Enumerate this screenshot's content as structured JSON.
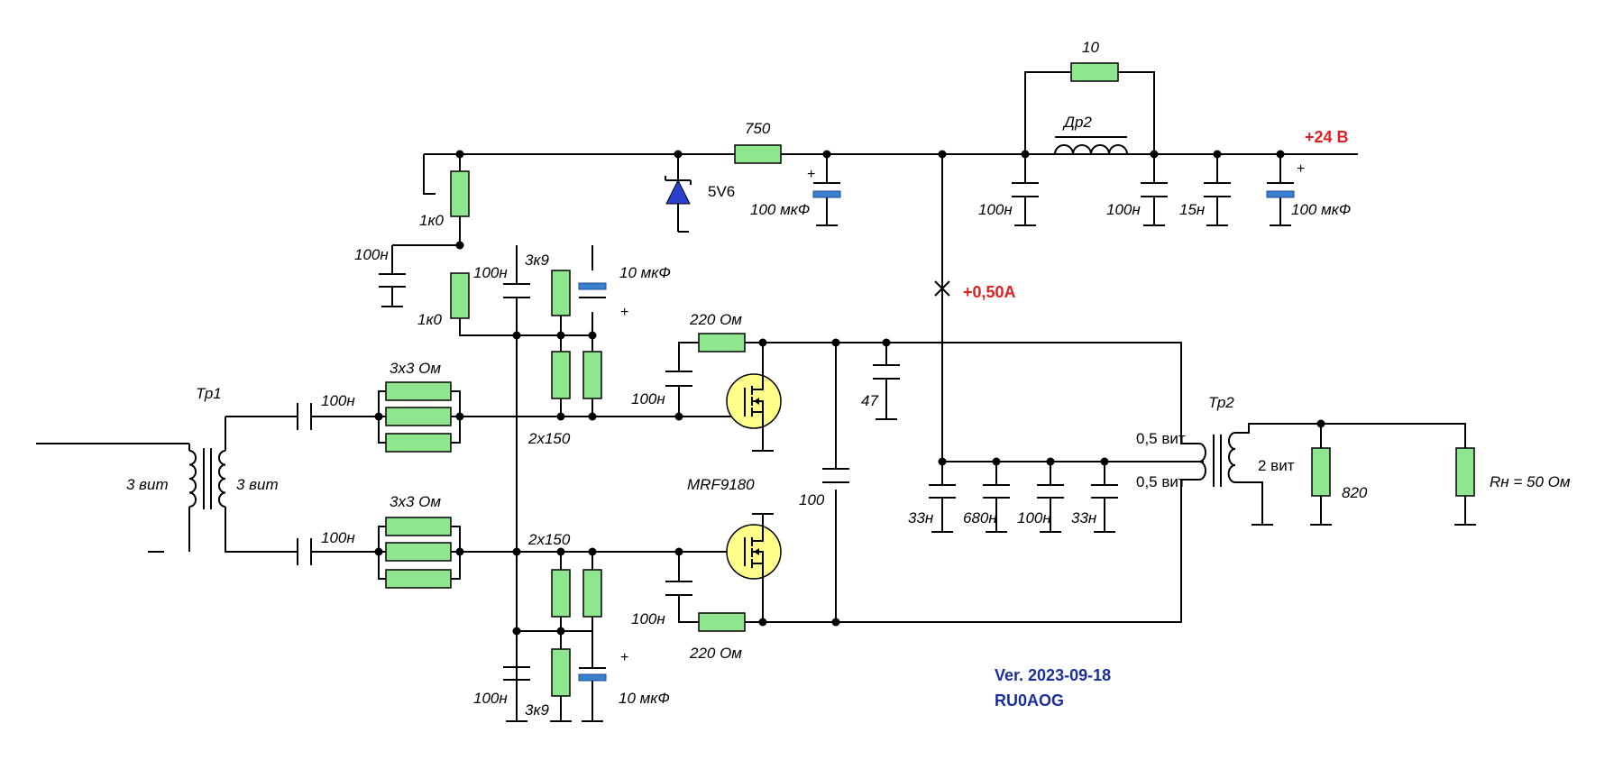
{
  "supply": {
    "label": "+24 В",
    "color": "#e02020"
  },
  "current": {
    "label": "+0,50A",
    "color": "#e02020"
  },
  "version": {
    "line1": "Ver. 2023-09-18",
    "line2": "RU0AOG",
    "color": "#1a2ea0"
  },
  "labels": {
    "r_fb_top": "10",
    "choke": "Др2",
    "r_750": "750",
    "zener": "5V6",
    "c_100u_a": "100 мкФ",
    "c_100n_b": "100н",
    "c_100n_c": "100н",
    "c_15n": "15н",
    "c_100u_b": "100 мкФ",
    "r_1k0_a": "1к0",
    "c_100n_left": "100н",
    "r_1k0_b": "1к0",
    "c_100n_top": "100н",
    "r_3k9_top": "3к9",
    "c_10u_top": "10 мкФ",
    "r_220_top": "220 Ом",
    "c_100n_gate_top": "100н",
    "c_47": "47",
    "tr1": "Тр1",
    "c_100n_in_top": "100н",
    "r_3x3_top": "3х3 Ом",
    "r_2x150_top": "2х150",
    "tr1_primary": "3 вит",
    "tr1_secondary": "3 вит",
    "mosfet": "MRF9180",
    "c_100": "100",
    "tr2": "Тр2",
    "tr2_p1": "0,5 вит",
    "tr2_p2": "0,5 вит",
    "tr2_sec": "2 вит",
    "c_33n_a": "33н",
    "c_680n": "680н",
    "c_100n_d": "100н",
    "c_33n_b": "33н",
    "r_820": "820",
    "r_load": "Rн = 50 Ом",
    "r_3x3_bot": "3х3 Ом",
    "c_100n_in_bot": "100н",
    "r_2x150_bot": "2х150",
    "c_100n_gate_bot": "100н",
    "r_220_bot": "220 Ом",
    "c_100n_bot": "100н",
    "r_3k9_bot": "3к9",
    "c_10u_bot": "10 мкФ"
  },
  "polarity": {
    "plus": "+"
  }
}
